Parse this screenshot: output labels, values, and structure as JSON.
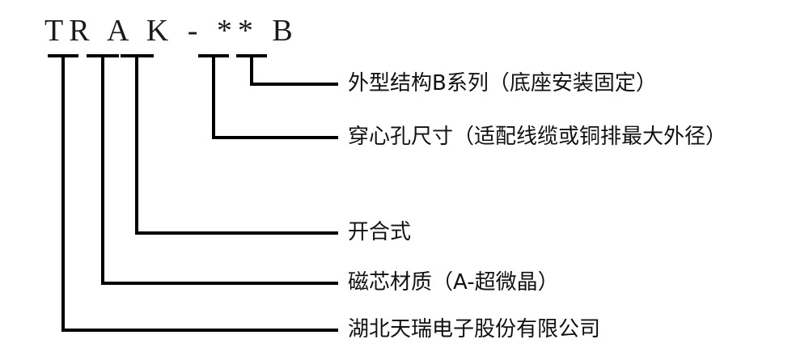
{
  "diagram": {
    "title_code": "TR A K - ** B",
    "code_segments": [
      {
        "text": "TR",
        "meaning_index": 4
      },
      {
        "text": "A",
        "meaning_index": 3
      },
      {
        "text": "K",
        "meaning_index": 2
      },
      {
        "text": "-",
        "meaning_index": null
      },
      {
        "text": "**",
        "meaning_index": 1
      },
      {
        "text": "B",
        "meaning_index": 0
      }
    ],
    "callouts": [
      {
        "id": "callout-structure",
        "label": "外型结构B系列（底座安装固定）"
      },
      {
        "id": "callout-hole-size",
        "label": "穿心孔尺寸（适配线缆或铜排最大外径）"
      },
      {
        "id": "callout-split-core",
        "label": "开合式"
      },
      {
        "id": "callout-core-material",
        "label": "磁芯材质（A-超微晶）"
      },
      {
        "id": "callout-company",
        "label": "湖北天瑞电子股份有限公司"
      }
    ],
    "colors": {
      "line": "#000000",
      "text": "#111111",
      "background": "#ffffff"
    }
  }
}
